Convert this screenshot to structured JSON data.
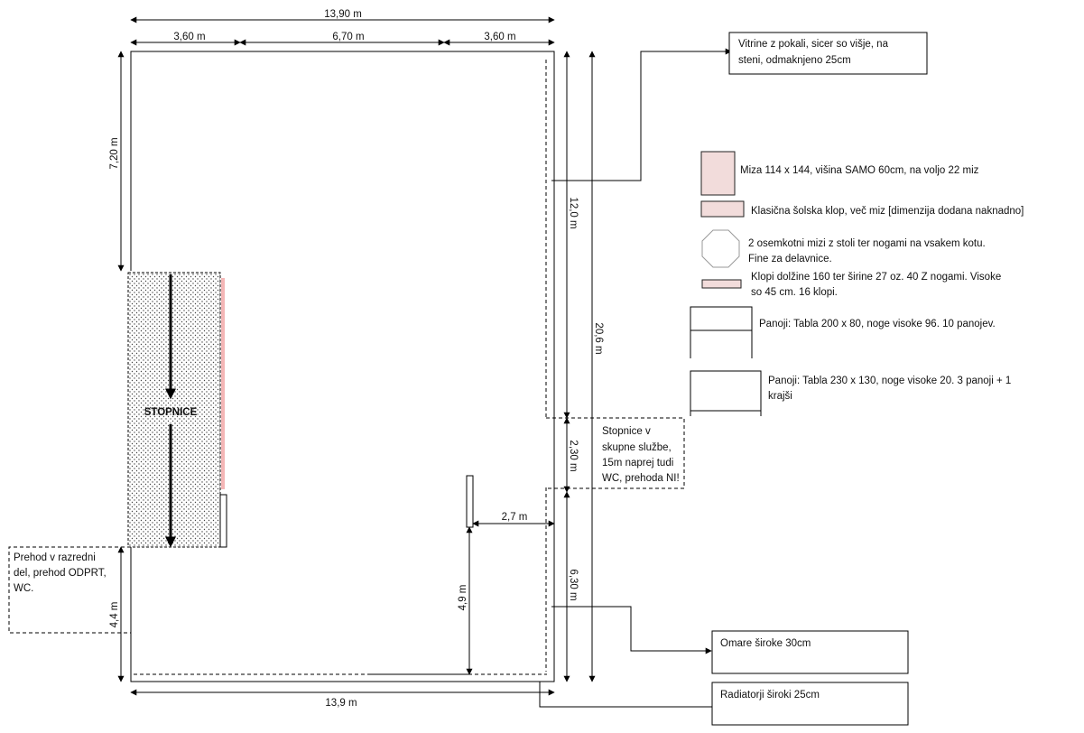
{
  "dimensions": {
    "top_total": "13,90 m",
    "top_left": "3,60 m",
    "top_middle": "6,70 m",
    "top_right": "3,60 m",
    "left_upper": "7,20 m",
    "left_lower": "4,4 m",
    "right_inner_upper": "12,0 m",
    "right_inner_middle": "2,30 m",
    "right_inner_lower": "6,30 m",
    "right_outer": "20,6 m",
    "bottom_total": "13,9 m",
    "panel_to_wall": "2,7 m",
    "panel_height": "4,9 m"
  },
  "labels": {
    "stairs": "STOPNICE"
  },
  "notes": {
    "vitrine": [
      "Vitrine z pokali, sicer so višje, na",
      "steni, odmaknjeno 25cm"
    ],
    "stairs_services": [
      "Stopnice v",
      "skupne službe,",
      "15m naprej tudi",
      "WC, prehoda NI!"
    ],
    "passage": [
      "Prehod v razredni",
      "del, prehod ODPRT,",
      "WC."
    ],
    "cabinets": "Omare široke 30cm",
    "radiators": "Radiatorji široki 25cm"
  },
  "legend": {
    "table": "Miza 114 x 144, višina SAMO 60cm, na voljo 22 miz",
    "school_bench": "Klasična šolska klop, več miz [dimenzija dodana naknadno]",
    "octagon": [
      "2 osemkotni mizi z stoli ter nogami na vsakem kotu.",
      "Fine za delavnice."
    ],
    "long_bench": [
      "Klopi dolžine 160 ter širine 27 oz. 40 Z nogami. Visoke",
      "so 45 cm. 16 klopi."
    ],
    "panel_small": "Panoji: Tabla 200 x 80, noge visoke 96. 10 panojev.",
    "panel_large": [
      "Panoji: Tabla 230 x 130, noge visoke 20. 3 panoji + 1",
      "krajši"
    ]
  },
  "colors": {
    "table_fill": "#f2dcdb",
    "pink_stroke": "#e6a0a0",
    "pink_wall": "#f4b6b6"
  }
}
